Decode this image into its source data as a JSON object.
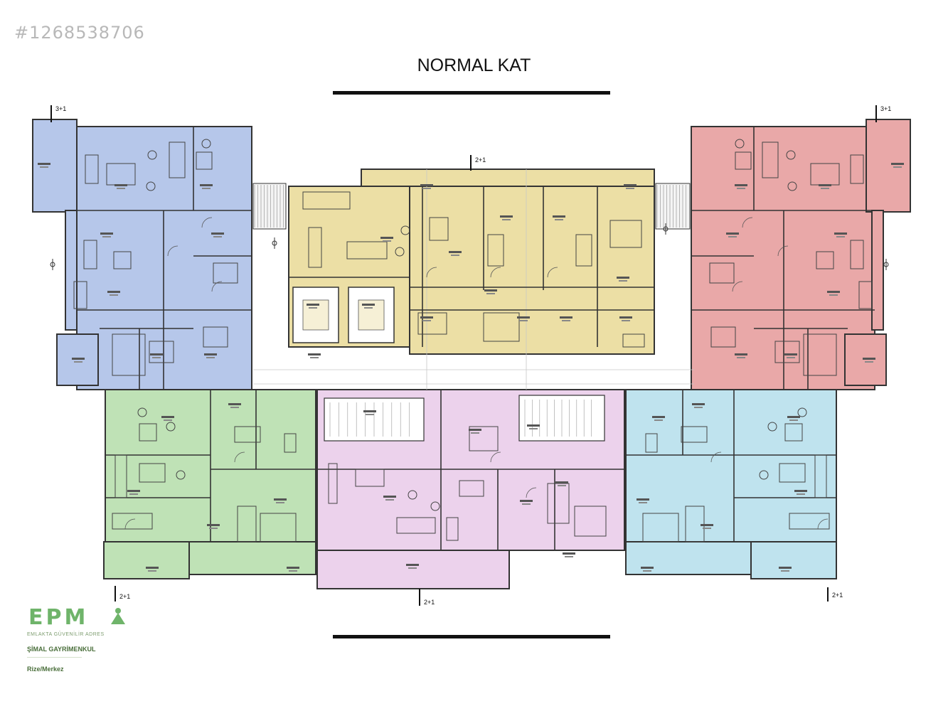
{
  "listing_id": "#1268538706",
  "title": "NORMAL KAT",
  "colors": {
    "blue": "#b6c7ea",
    "yellow": "#ecdfa5",
    "red": "#e9a8a8",
    "green": "#bfe2b6",
    "pink": "#ecd2ec",
    "cyan": "#bfe3ee",
    "wall": "#333333",
    "logo_green": "#6fb46a"
  },
  "units": [
    {
      "id": "blue",
      "type": "3+1"
    },
    {
      "id": "yellow",
      "type": "2+1"
    },
    {
      "id": "red",
      "type": "3+1"
    },
    {
      "id": "green",
      "type": "2+1"
    },
    {
      "id": "pink",
      "type": "2+1"
    },
    {
      "id": "cyan",
      "type": "2+1"
    }
  ],
  "logo": {
    "brand": "EPM",
    "tagline": "EMLAKTA GÜVENİLİR ADRES",
    "company": "ŞİMAL GAYRİMENKUL",
    "location": "Rize/Merkez"
  }
}
